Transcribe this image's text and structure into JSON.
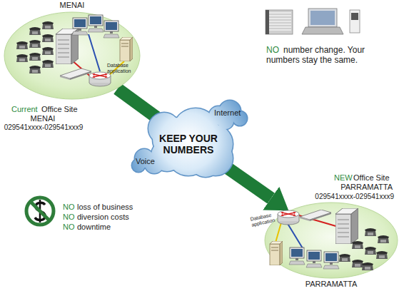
{
  "diagram": {
    "nodes": [
      {
        "text": [
          "MENAI"
        ]
      },
      {
        "text": [
          "Internet",
          "KEEP YOUR NUMBERS",
          "Voice"
        ]
      },
      {
        "text": [
          "PARRAMATTA"
        ]
      }
    ],
    "edges": [
      {
        "from": 0,
        "to": 1,
        "arrow": "none"
      },
      {
        "from": 1,
        "to": 2,
        "arrow": "to"
      }
    ],
    "labels": [
      "NO",
      "number change. Your numbers stay the same.",
      "Database application",
      "Current",
      "Office Site",
      "MENAI",
      "029541xxxx-029541xxx9",
      "NO",
      "loss of business",
      "NO",
      "diversion costs",
      "NO",
      "downtime",
      "NEW",
      "Office Site",
      "PARRAMATTA",
      "029541xxxx-029541xxx9",
      "Database application"
    ]
  }
}
